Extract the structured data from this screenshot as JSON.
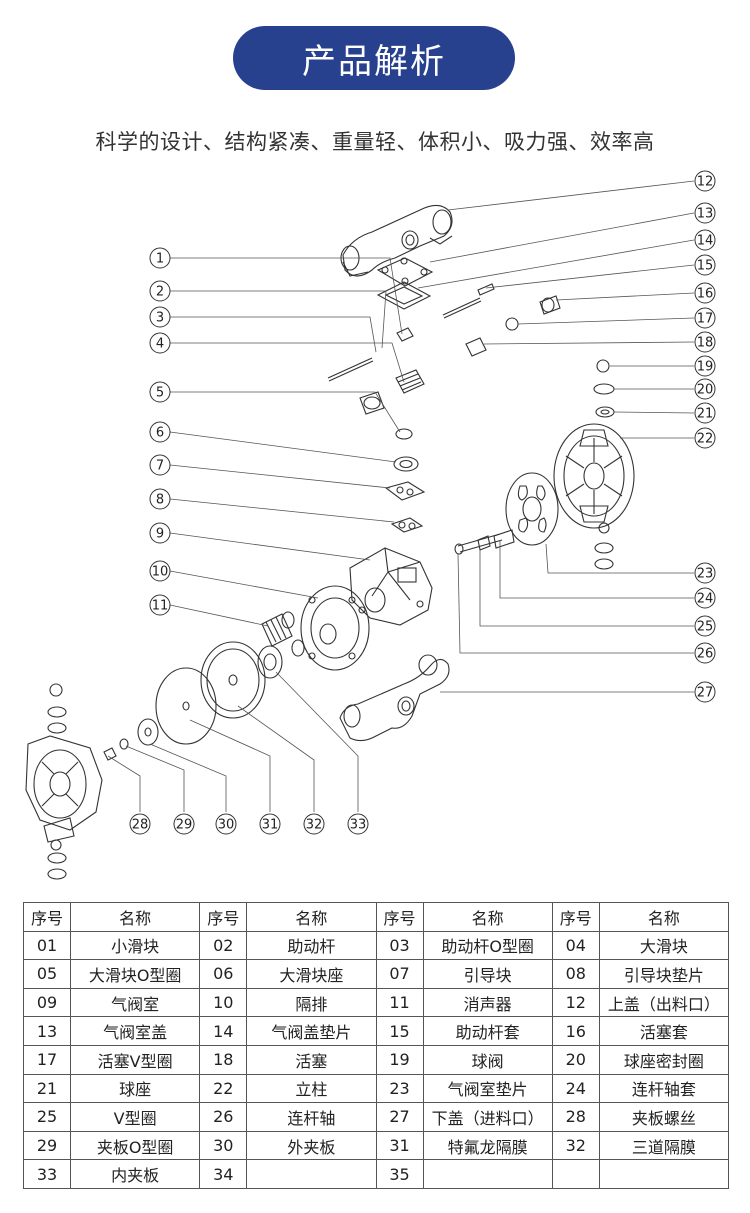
{
  "header": {
    "title": "产品解析"
  },
  "subtitle": "科学的设计、结构紧凑、重量轻、体积小、吸力强、效率高",
  "diagram": {
    "callouts_left": [
      "1",
      "2",
      "3",
      "4",
      "5",
      "6",
      "7",
      "8",
      "9",
      "10",
      "11"
    ],
    "callouts_right": [
      "12",
      "13",
      "14",
      "15",
      "16",
      "17",
      "18",
      "19",
      "20",
      "21",
      "22",
      "23",
      "24",
      "25",
      "26",
      "27"
    ],
    "callouts_bottom": [
      "28",
      "29",
      "30",
      "31",
      "32",
      "33"
    ]
  },
  "table": {
    "headers": [
      "序号",
      "名称",
      "序号",
      "名称",
      "序号",
      "名称",
      "序号",
      "名称"
    ],
    "rows": [
      [
        [
          "01",
          "小滑块"
        ],
        [
          "02",
          "助动杆"
        ],
        [
          "03",
          "助动杆O型圈"
        ],
        [
          "04",
          "大滑块"
        ]
      ],
      [
        [
          "05",
          "大滑块O型圈"
        ],
        [
          "06",
          "大滑块座"
        ],
        [
          "07",
          "引导块"
        ],
        [
          "08",
          "引导块垫片"
        ]
      ],
      [
        [
          "09",
          "气阀室"
        ],
        [
          "10",
          "隔排"
        ],
        [
          "11",
          "消声器"
        ],
        [
          "12",
          "上盖（出料口）"
        ]
      ],
      [
        [
          "13",
          "气阀室盖"
        ],
        [
          "14",
          "气阀盖垫片"
        ],
        [
          "15",
          "助动杆套"
        ],
        [
          "16",
          "活塞套"
        ]
      ],
      [
        [
          "17",
          "活塞V型圈"
        ],
        [
          "18",
          "活塞"
        ],
        [
          "19",
          "球阀"
        ],
        [
          "20",
          "球座密封圈"
        ]
      ],
      [
        [
          "21",
          "球座"
        ],
        [
          "22",
          "立柱"
        ],
        [
          "23",
          "气阀室垫片"
        ],
        [
          "24",
          "连杆轴套"
        ]
      ],
      [
        [
          "25",
          "V型圈"
        ],
        [
          "26",
          "连杆轴"
        ],
        [
          "27",
          "下盖（进料口）"
        ],
        [
          "28",
          "夹板螺丝"
        ]
      ],
      [
        [
          "29",
          "夹板O型圈"
        ],
        [
          "30",
          "外夹板"
        ],
        [
          "31",
          "特氟龙隔膜"
        ],
        [
          "32",
          "三道隔膜"
        ]
      ],
      [
        [
          "33",
          "内夹板"
        ],
        [
          "34",
          ""
        ],
        [
          "35",
          ""
        ],
        [
          "",
          ""
        ]
      ]
    ]
  }
}
